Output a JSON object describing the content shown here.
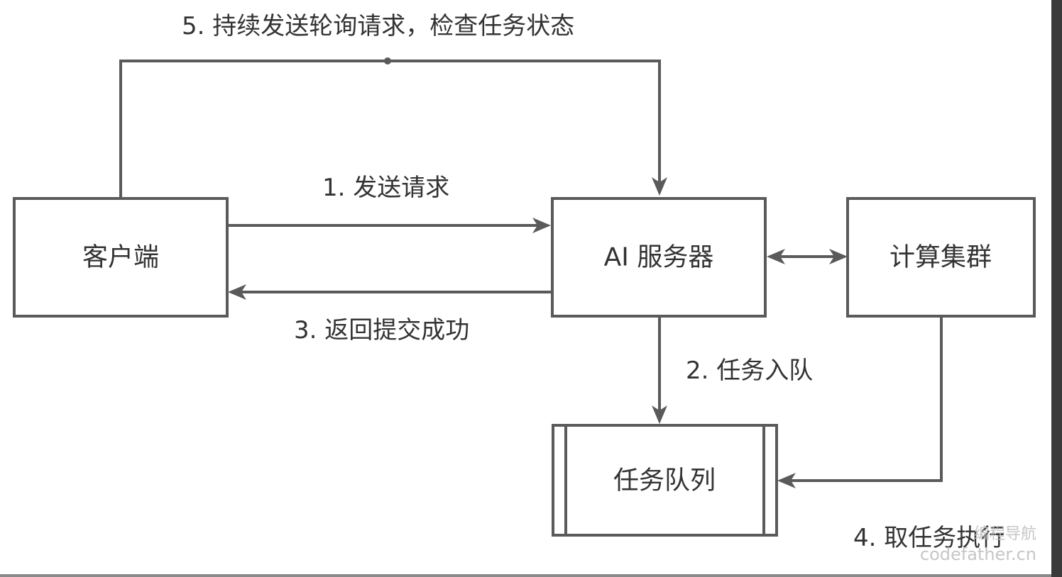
{
  "colors": {
    "stroke": "#5a5a5a",
    "text": "#333333",
    "background": "#ffffff",
    "watermark": "#bdbdbd"
  },
  "nodes": {
    "client": {
      "label": "客户端"
    },
    "ai_server": {
      "label": "AI 服务器"
    },
    "compute_cluster": {
      "label": "计算集群"
    },
    "task_queue": {
      "label": "任务队列"
    }
  },
  "edges": {
    "send_request": {
      "label": "1. 发送请求"
    },
    "enqueue": {
      "label": "2. 任务入队"
    },
    "return_submitted": {
      "label": "3. 返回提交成功"
    },
    "fetch_execute": {
      "label": "4. 取任务执行"
    },
    "poll_status": {
      "label": "5. 持续发送轮询请求，检查任务状态"
    }
  },
  "watermark": {
    "title": "编程导航",
    "domain": "codefather.cn"
  }
}
